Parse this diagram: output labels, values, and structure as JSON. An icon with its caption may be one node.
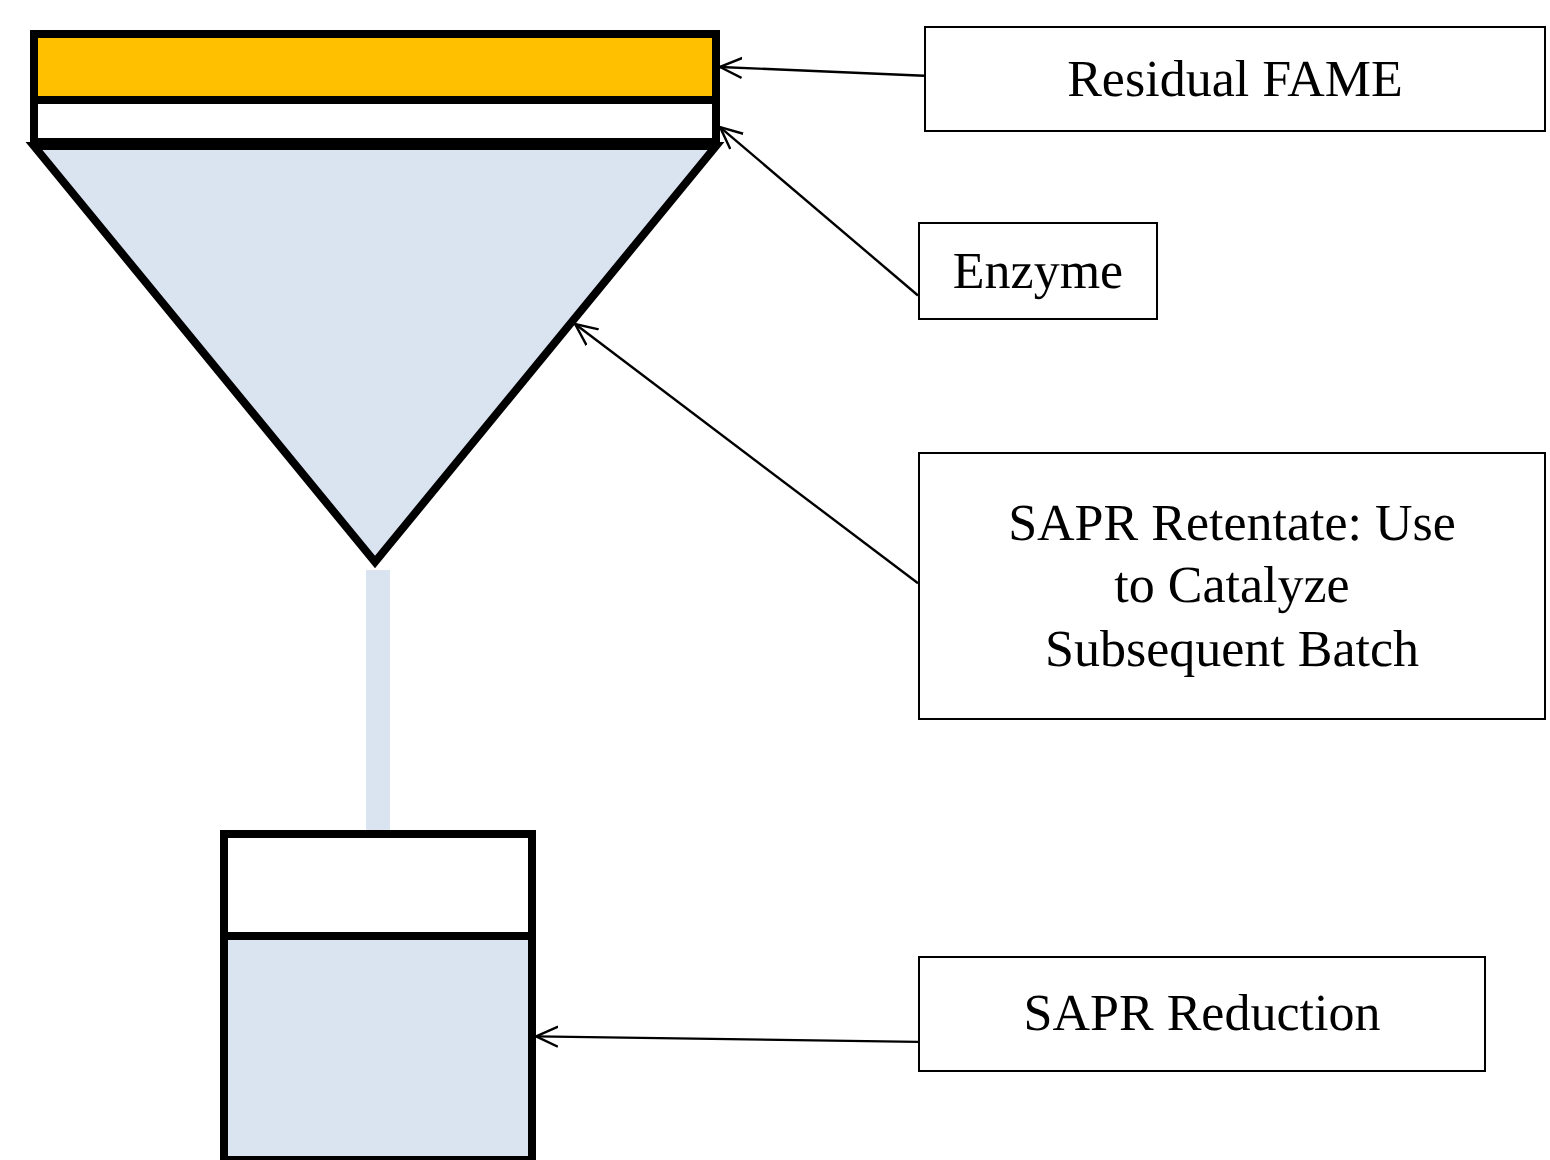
{
  "diagram": {
    "nodes": [
      {
        "text": [
          "Residual FAME"
        ]
      },
      {
        "text": [
          "Enzyme"
        ]
      },
      {
        "text": [
          "SAPR Retentate: Use to Catalyze Subsequent Batch"
        ]
      },
      {
        "text": [
          "SAPR Reduction"
        ]
      },
      {
        "text": [],
        "shape": "bar"
      },
      {
        "text": [],
        "shape": "bar"
      },
      {
        "text": [],
        "shape": "triangle"
      },
      {
        "text": [],
        "shape": "box"
      },
      {
        "text": [],
        "shape": "box"
      }
    ],
    "edges": [
      {
        "from": 0,
        "to": 4,
        "arrow": "to"
      },
      {
        "from": 1,
        "to": 5,
        "arrow": "to"
      },
      {
        "from": 2,
        "to": 6,
        "arrow": "to"
      },
      {
        "from": 3,
        "to": 8,
        "arrow": "to"
      }
    ]
  }
}
